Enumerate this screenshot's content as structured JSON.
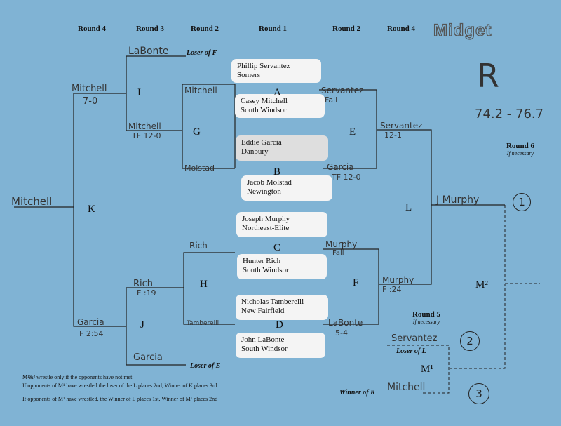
{
  "header": {
    "round4_left": "Round 4",
    "round3": "Round 3",
    "round2_left": "Round 2",
    "round1": "Round 1",
    "round2_right": "Round 2",
    "round4_right": "Round 4",
    "title": "Midget"
  },
  "bout_letters": {
    "A": "A",
    "B": "B",
    "C": "C",
    "D": "D",
    "E": "E",
    "F": "F",
    "G": "G",
    "H": "H",
    "I": "I",
    "J": "J",
    "K": "K",
    "L": "L"
  },
  "wrestlers": [
    {
      "name": "Phillip Servantez",
      "team": "Somers"
    },
    {
      "name": "Casey Mitchell",
      "team": "South Windsor"
    },
    {
      "name": "Eddie Garcia",
      "team": "Danbury"
    },
    {
      "name": "Jacob Molstad",
      "team": "Newington"
    },
    {
      "name": "Joseph Murphy",
      "team": "Northeast-Elite"
    },
    {
      "name": "Hunter Rich",
      "team": "South Windsor"
    },
    {
      "name": "Nicholas Tamberelli",
      "team": "New Fairfield"
    },
    {
      "name": "John LaBonte",
      "team": "South Windsor"
    }
  ],
  "labels": {
    "loser_of_f": "Loser of F",
    "loser_of_e": "Loser of E",
    "loser_of_l": "Loser of L",
    "winner_of_k": "Winner of K",
    "m2": "M²",
    "m1": "M¹",
    "round6": "Round 6",
    "round6_note": "If necessary",
    "round5": "Round 5",
    "round5_note": "If necessary"
  },
  "handwriting": {
    "weight_code": "R",
    "weight_range": "74.2 - 76.7",
    "labonte_top": "LaBonte",
    "mitchell_r4": "Mitchell",
    "mitchell_r4_score": "7-0",
    "mitchell_g_top": "Mitchell",
    "mitchell_r3": "Mitchell",
    "mitchell_r3_score": "TF 12-0",
    "molstad": "Molstad",
    "servantez_r2": "Servantez",
    "servantez_r2_score": "Fall",
    "garcia_r2": "Garcia",
    "garcia_r2_score": "TF 12-0",
    "servantez_r4": "Servantez",
    "servantez_r4_score": "12-1",
    "champion": "Mitchell",
    "murphy_l": "J Murphy",
    "place1": "1",
    "rich_r2": "Rich",
    "rich_r3": "Rich",
    "rich_r3_score": "F :19",
    "garcia_r4": "Garcia",
    "garcia_r4_score": "F 2:54",
    "tamberelli": "Tamberelli",
    "garcia_j": "Garcia",
    "murphy_r2": "Murphy",
    "murphy_r2_score": "Fall",
    "labonte_r2": "LaBonte",
    "labonte_r2_score": "5-4",
    "murphy_r4": "Murphy",
    "murphy_r4_score": "F :24",
    "servantez_m1": "Servantez",
    "place2": "2",
    "mitchell_m1": "Mitchell",
    "place3": "3"
  },
  "notes": {
    "line1": "M¹&² wrestle only if the opponents have not met",
    "line2": "If opponents of M¹ have wrestled the loser of the L places 2nd, Winner of K places 3rd",
    "line3": "If opponents of M² have wrestled, the Winner of L places 1st, Winner of M¹ places 2nd"
  }
}
